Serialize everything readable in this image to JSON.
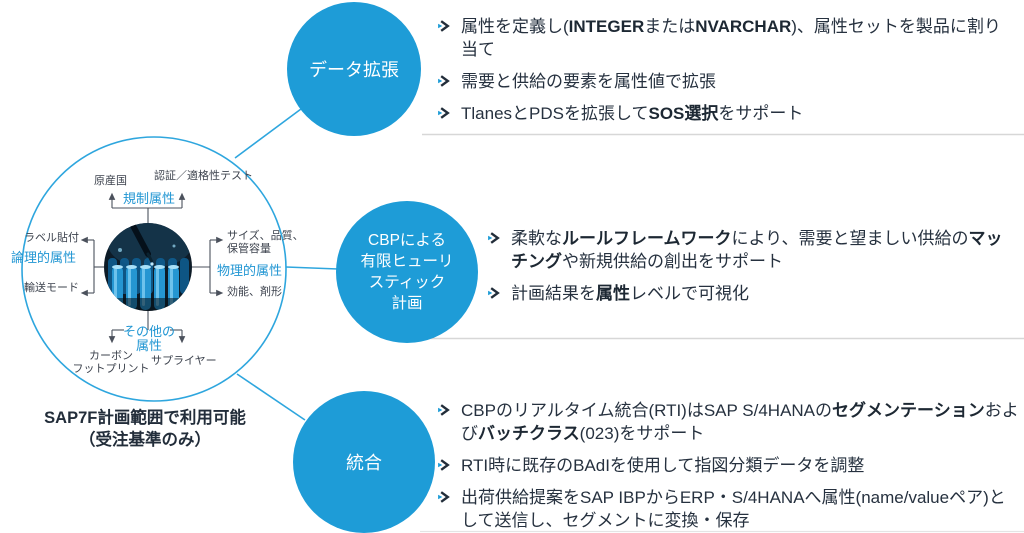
{
  "colors": {
    "accent_blue": "#1e9cd7",
    "outline_blue": "#2ea6de",
    "dark_text": "#26313f",
    "label_text": "#3d434e",
    "diagram_line": "#4b515c",
    "separator": "#d7d7d7"
  },
  "hub": {
    "image": "lab-pipette-test-tubes-photo",
    "caption": {
      "line1": "SAP7F計画範囲で利用可能",
      "line2": "（受注基準のみ）"
    },
    "regulatory": {
      "label": "規制属性",
      "left_item": "原産国",
      "right_item": "認証／適格性テスト"
    },
    "logical": {
      "label": "論理的属性",
      "top_item": "ラベル貼付",
      "bottom_item": "輸送モード"
    },
    "physical": {
      "label": "物理的属性",
      "top_item_line1": "サイズ、品質、",
      "top_item_line2": "保管容量",
      "bottom_item": "効能、剤形"
    },
    "other": {
      "label_line1": "その他の",
      "label_line2": "属性",
      "left_item_line1": "カーボン",
      "left_item_line2": "フットプリント",
      "right_item": "サプライヤー"
    }
  },
  "sections": [
    {
      "id": "data-extension",
      "circle_lines": [
        "データ拡張"
      ],
      "bullets": [
        {
          "segments": [
            {
              "t": "属性を定義し(",
              "b": false
            },
            {
              "t": "INTEGER",
              "b": true
            },
            {
              "t": "または",
              "b": false
            },
            {
              "t": "NVARCHAR",
              "b": true
            },
            {
              "t": ")、属性セットを製品に割り当て",
              "b": false
            }
          ]
        },
        {
          "segments": [
            {
              "t": "需要と供給の要素を属性値で拡張",
              "b": false
            }
          ]
        },
        {
          "segments": [
            {
              "t": "TlanesとPDSを拡張して",
              "b": false
            },
            {
              "t": "SOS選択",
              "b": true
            },
            {
              "t": "をサポート",
              "b": false
            }
          ]
        }
      ]
    },
    {
      "id": "cbp-finite-heuristic-planning",
      "circle_lines": [
        "CBPによる",
        "有限ヒューリ",
        "スティック",
        "計画"
      ],
      "bullets": [
        {
          "segments": [
            {
              "t": "柔軟な",
              "b": false
            },
            {
              "t": "ルールフレームワーク",
              "b": true
            },
            {
              "t": "により、需要と望ましい供給の",
              "b": false
            },
            {
              "t": "マッチング",
              "b": true
            },
            {
              "t": "や新規供給の創出をサポート",
              "b": false
            }
          ]
        },
        {
          "segments": [
            {
              "t": "計画結果を",
              "b": false
            },
            {
              "t": "属性",
              "b": true
            },
            {
              "t": "レベルで可視化",
              "b": false
            }
          ]
        }
      ]
    },
    {
      "id": "integration",
      "circle_lines": [
        "統合"
      ],
      "bullets": [
        {
          "segments": [
            {
              "t": "CBPのリアルタイム統合(RTI)はSAP S/4HANAの",
              "b": false
            },
            {
              "t": "セグメンテーション",
              "b": true
            },
            {
              "t": "および",
              "b": false
            },
            {
              "t": "バッチクラス",
              "b": true
            },
            {
              "t": "(023)をサポート",
              "b": false
            }
          ]
        },
        {
          "segments": [
            {
              "t": "RTI時に既存のBAdIを使用して指図分類データを調整",
              "b": false
            }
          ]
        },
        {
          "segments": [
            {
              "t": "出荷供給提案をSAP IBPからERP・S/4HANAへ属性(name/valueペア)として送信し、セグメントに変換・保存",
              "b": false
            }
          ]
        }
      ]
    }
  ]
}
